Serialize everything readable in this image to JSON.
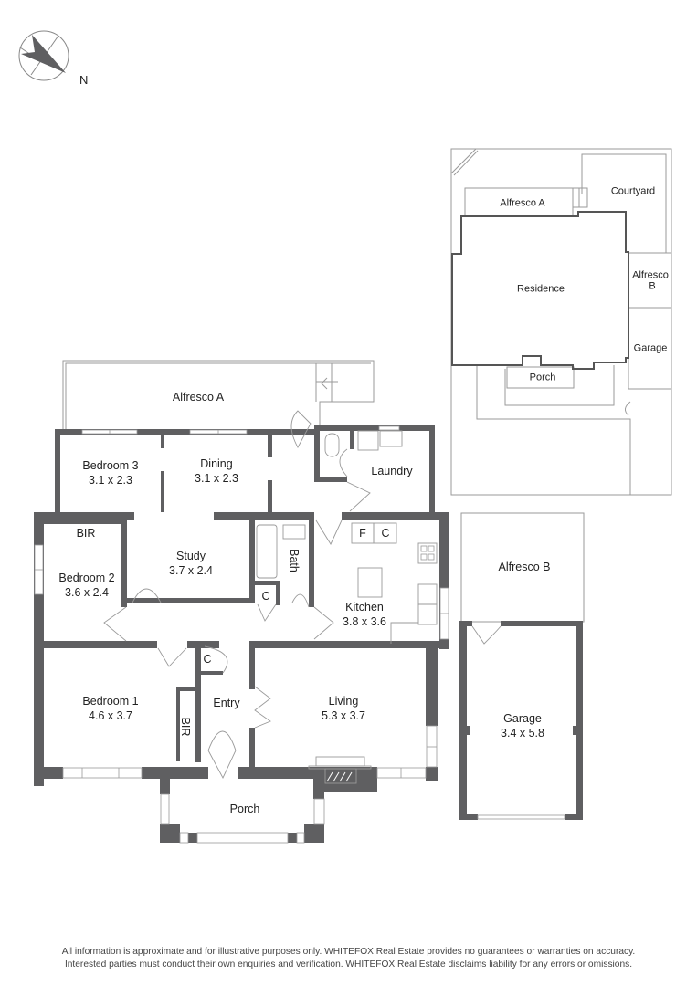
{
  "compass": {
    "icon": "compass-icon",
    "label": "N"
  },
  "floor_plan": {
    "rooms": [
      {
        "id": "alfresco-a",
        "name": "Alfresco A",
        "dims": ""
      },
      {
        "id": "bedroom-3",
        "name": "Bedroom 3",
        "dims": "3.1 x 2.3"
      },
      {
        "id": "dining",
        "name": "Dining",
        "dims": "3.1 x 2.3"
      },
      {
        "id": "laundry",
        "name": "Laundry",
        "dims": ""
      },
      {
        "id": "bir-2",
        "name": "BIR",
        "dims": ""
      },
      {
        "id": "bedroom-2",
        "name": "Bedroom 2",
        "dims": "3.6 x 2.4"
      },
      {
        "id": "study",
        "name": "Study",
        "dims": "3.7 x 2.4"
      },
      {
        "id": "bath",
        "name": "Bath",
        "dims": ""
      },
      {
        "id": "cupboard-hall",
        "name": "C",
        "dims": ""
      },
      {
        "id": "fridge",
        "name": "F",
        "dims": ""
      },
      {
        "id": "cupboard-kitchen",
        "name": "C",
        "dims": ""
      },
      {
        "id": "kitchen",
        "name": "Kitchen",
        "dims": "3.8 x 3.6"
      },
      {
        "id": "cupboard-entry",
        "name": "C",
        "dims": ""
      },
      {
        "id": "bedroom-1",
        "name": "Bedroom 1",
        "dims": "4.6 x 3.7"
      },
      {
        "id": "bir-1",
        "name": "BIR",
        "dims": ""
      },
      {
        "id": "entry",
        "name": "Entry",
        "dims": ""
      },
      {
        "id": "living",
        "name": "Living",
        "dims": "5.3 x 3.7"
      },
      {
        "id": "porch",
        "name": "Porch",
        "dims": ""
      },
      {
        "id": "alfresco-b",
        "name": "Alfresco B",
        "dims": ""
      },
      {
        "id": "garage",
        "name": "Garage",
        "dims": "3.4 x 5.8"
      }
    ]
  },
  "site_plan": {
    "labels": [
      {
        "id": "site-alfresco-a",
        "name": "Alfresco A"
      },
      {
        "id": "site-courtyard",
        "name": "Courtyard"
      },
      {
        "id": "site-residence",
        "name": "Residence"
      },
      {
        "id": "site-alfresco-b-line1",
        "name": "Alfresco"
      },
      {
        "id": "site-alfresco-b-line2",
        "name": "B"
      },
      {
        "id": "site-garage",
        "name": "Garage"
      },
      {
        "id": "site-porch",
        "name": "Porch"
      }
    ]
  },
  "colors": {
    "wall": "#5f5f61",
    "line": "#9a9a9a",
    "text": "#222222"
  },
  "disclaimer": {
    "line1": "All information is approximate and for illustrative purposes only. WHITEFOX Real Estate provides no guarantees or warranties on accuracy.",
    "line2": "Interested parties must conduct their own enquiries and verification. WHITEFOX Real Estate disclaims liability for any errors or omissions."
  }
}
